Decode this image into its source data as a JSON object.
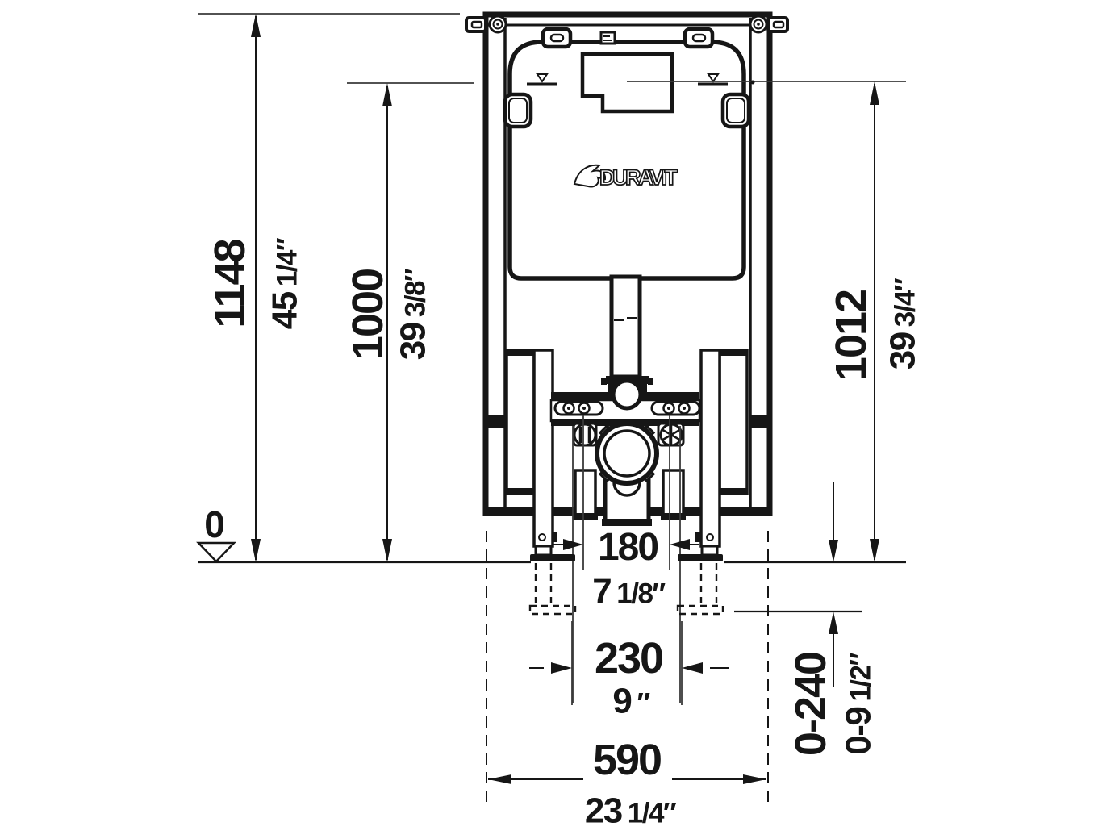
{
  "diagram": {
    "brand_logo": "DURAVIT",
    "datum_label": "0",
    "dims": {
      "total_height": {
        "mm": "1148",
        "in_main": "45",
        "in_frac": "1/4″"
      },
      "upper_height": {
        "mm": "1000",
        "in_main": "39",
        "in_frac": "3/8″"
      },
      "actuation_height": {
        "mm": "1012",
        "in_main": "39",
        "in_frac": "3/4″"
      },
      "stud_spacing": {
        "mm": "180",
        "in_main": "7",
        "in_frac": "1/8″"
      },
      "foot_spacing": {
        "mm": "230",
        "in_main": "9",
        "in_frac": "″"
      },
      "frame_width": {
        "mm": "590",
        "in_main": "23",
        "in_frac": "1/4″"
      },
      "leg_adjust": {
        "mm": "0-240",
        "in_main": "0-9",
        "in_frac": "1/2″"
      }
    }
  }
}
